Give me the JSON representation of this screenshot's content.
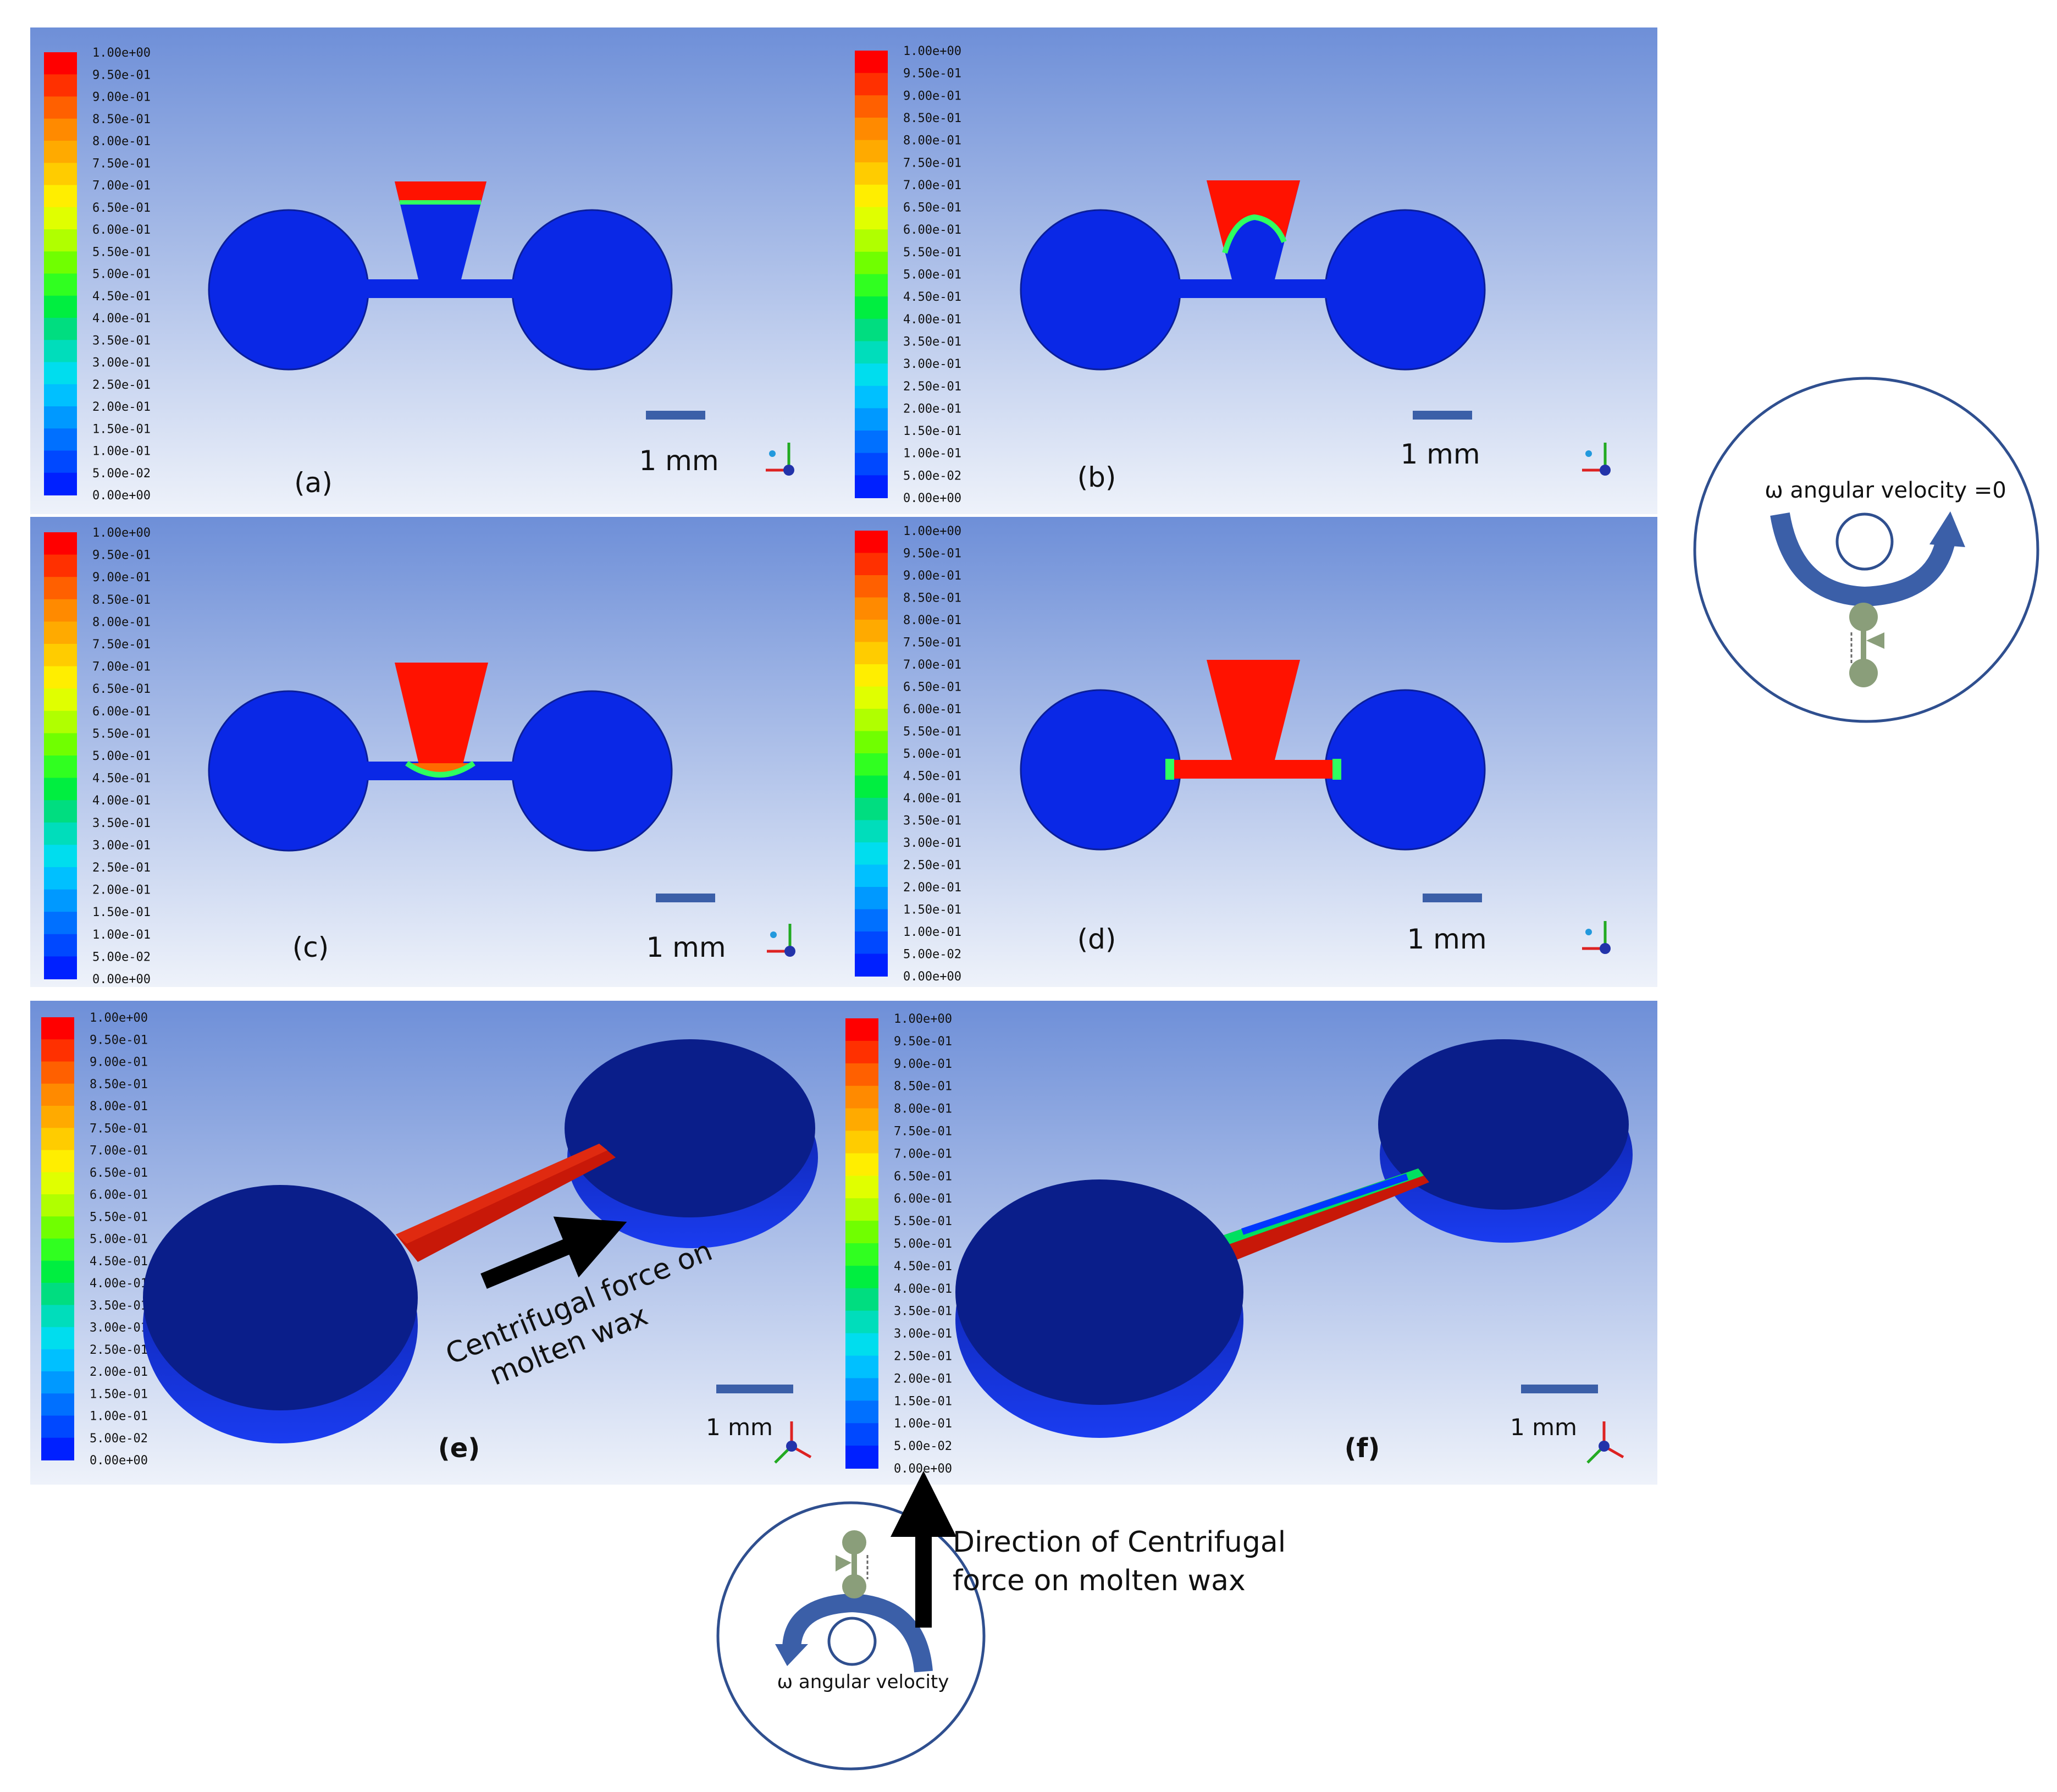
{
  "legend": {
    "ticks": [
      "1.00e+00",
      "9.50e-01",
      "9.00e-01",
      "8.50e-01",
      "8.00e-01",
      "7.50e-01",
      "7.00e-01",
      "6.50e-01",
      "6.00e-01",
      "5.50e-01",
      "5.00e-01",
      "4.50e-01",
      "4.00e-01",
      "3.50e-01",
      "3.00e-01",
      "2.50e-01",
      "2.00e-01",
      "1.50e-01",
      "1.00e-01",
      "5.00e-02",
      "0.00e+00"
    ],
    "colors": [
      "#ff0000",
      "#ff3000",
      "#ff6000",
      "#ff8a00",
      "#ffaa00",
      "#ffcc00",
      "#ffee00",
      "#e0ff00",
      "#b0ff00",
      "#70ff00",
      "#30ff20",
      "#00ee40",
      "#00dd80",
      "#00ddbb",
      "#00ddee",
      "#00c0ff",
      "#0099ff",
      "#0070ff",
      "#0048ff",
      "#0020ff",
      "#0000ee"
    ]
  },
  "scale_label": "1 mm",
  "panels": [
    {
      "label": "(a)"
    },
    {
      "label": "(b)"
    },
    {
      "label": "(c)"
    },
    {
      "label": "(d)"
    },
    {
      "label": "(e)"
    },
    {
      "label": "(f)"
    }
  ],
  "annotations": {
    "panel_e_force": [
      "Centrifugal force on",
      "molten wax"
    ],
    "bottom_force": [
      "Direction of Centrifugal",
      "force on molten wax"
    ],
    "bottom_circle": "ω angular velocity",
    "right_circle": "ω angular velocity =0"
  },
  "colors": {
    "background_top": "#6e8fd8",
    "background_bottom": "#e8edf8",
    "part_blue": "#0a28e6",
    "part_dark_blue": "#0a1e9a",
    "molten_red": "#ff1200",
    "arrow_blue": "#3b5fa8",
    "circle_outline": "#2f4f8f",
    "dumbbell_icon": "#8a9e7a"
  }
}
